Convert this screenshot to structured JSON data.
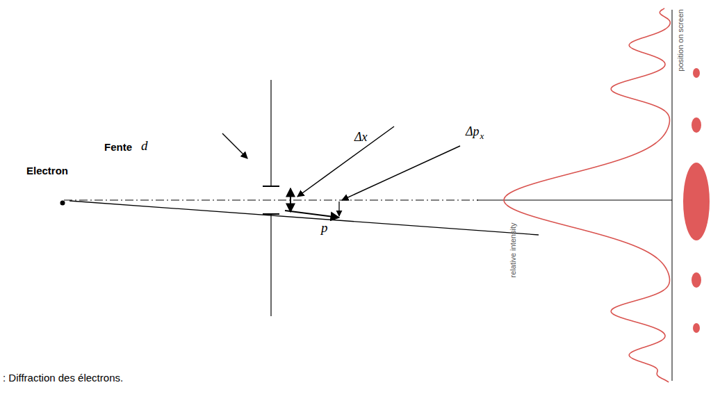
{
  "diagram": {
    "caption": ": Diffraction des électrons.",
    "labels": [
      "Fente",
      "d",
      "Electron",
      "Δx",
      "Δp",
      "x",
      "p",
      "relative intensity",
      "position on screen"
    ]
  }
}
